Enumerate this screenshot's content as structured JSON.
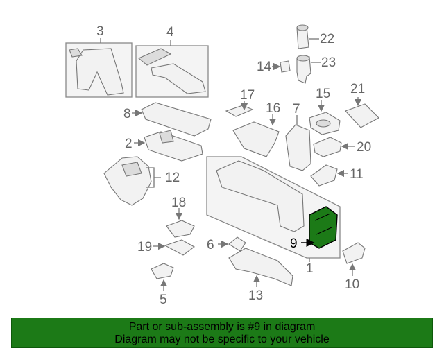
{
  "callouts": {
    "n1": "1",
    "n2": "2",
    "n3": "3",
    "n4": "4",
    "n5": "5",
    "n6": "6",
    "n7": "7",
    "n8": "8",
    "n9": "9",
    "n10": "10",
    "n11": "11",
    "n12": "12",
    "n13": "13",
    "n14": "14",
    "n15": "15",
    "n16": "16",
    "n17": "17",
    "n18": "18",
    "n19": "19",
    "n20": "20",
    "n21": "21",
    "n22": "22",
    "n23": "23"
  },
  "highlight_color": "#1c7a17",
  "banner": {
    "line1": "Part or sub-assembly is #9 in diagram",
    "line2": "Diagram may not be specific to your vehicle"
  }
}
